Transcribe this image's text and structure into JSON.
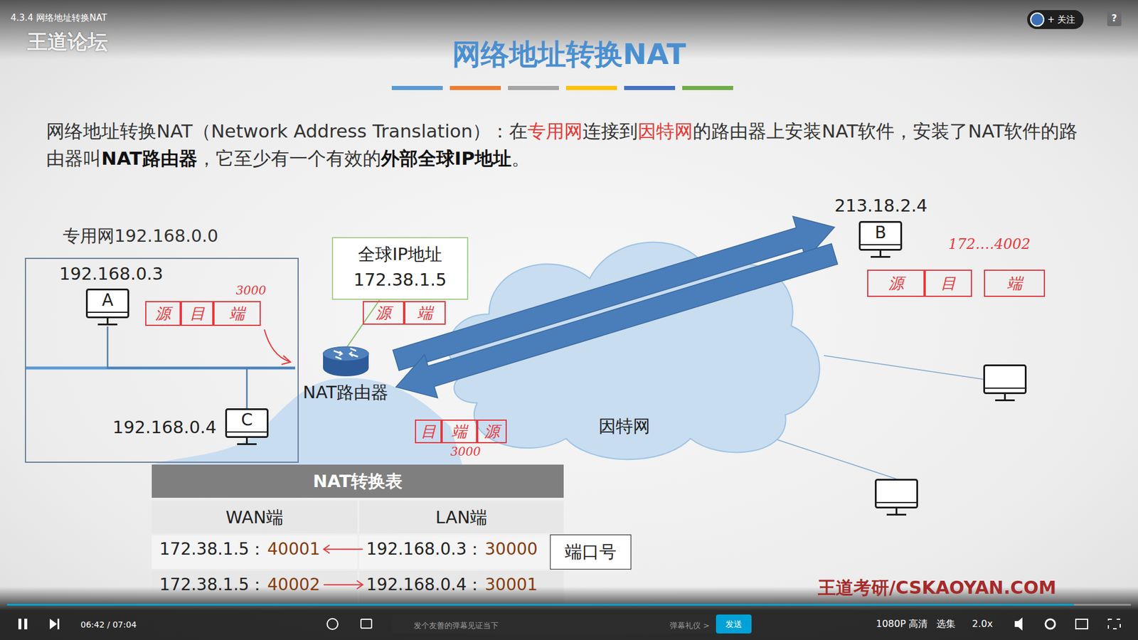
{
  "diagram": {
    "title": "网络地址转换NAT",
    "nodes": [
      {
        "text": [
          "专用网192.168.0.0"
        ]
      },
      {
        "text": [
          "192.168.0.3",
          "A"
        ],
        "in": 0
      },
      {
        "text": [
          "192.168.0.4",
          "C"
        ],
        "in": 0
      },
      {
        "text": [
          "全球IP地址 172.38.1.5"
        ]
      },
      {
        "text": [
          "NAT路由器"
        ]
      },
      {
        "text": [
          "因特网"
        ]
      },
      {
        "text": [
          "213.18.2.4",
          "B"
        ]
      },
      {
        "text": [
          "NAT转换表"
        ]
      },
      {
        "text": [
          "端口号"
        ]
      }
    ],
    "edges": [
      {
        "from": 1,
        "to": 4,
        "arrow": "none"
      },
      {
        "from": 2,
        "to": 4,
        "arrow": "none"
      },
      {
        "from": 3,
        "to": 4,
        "arrow": "none"
      },
      {
        "from": 4,
        "to": 6,
        "arrow": "to"
      },
      {
        "from": 6,
        "to": 4,
        "arrow": "to"
      }
    ],
    "labels": [
      "4.3.4 网络地址转换NAT",
      "王道论坛",
      "+ 关注",
      "?",
      "网络地址转换NAT（Network Address Translation）：在",
      "专用网",
      "连接到",
      "因特网",
      "的路由器上安装NAT软件，安装了NAT软件的路由器叫",
      "NAT路由器",
      "，它至少有一个有效的",
      "外部全球IP地址",
      "。",
      "3000",
      "源",
      "目",
      "端",
      "源",
      "端",
      "172.…4002",
      "源",
      "目",
      "端",
      "目",
      "端",
      "源",
      "3000",
      "WAN端",
      "LAN端",
      "172.38.1.5：",
      "40001",
      "192.168.0.3：",
      "30000",
      "172.38.1.5：",
      "40002",
      "192.168.0.4：",
      "30001",
      "06:42 / 07:04",
      "发个友善的弹幕见证当下",
      "弹幕礼仪 >",
      "发送",
      "1080P 高清",
      "选集",
      "2.0x",
      "王道考研/CSKAOYAN.COM"
    ]
  }
}
